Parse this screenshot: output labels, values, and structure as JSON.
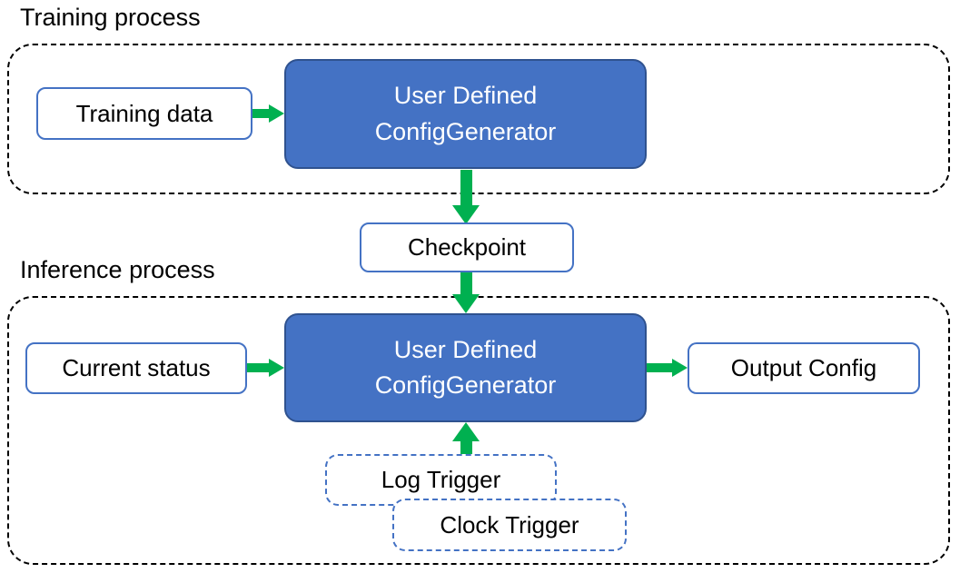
{
  "training": {
    "label": "Training process",
    "input": "Training data",
    "generator_line1": "User Defined",
    "generator_line2": "ConfigGenerator"
  },
  "checkpoint": {
    "label": "Checkpoint"
  },
  "inference": {
    "label": "Inference process",
    "input": "Current status",
    "generator_line1": "User Defined",
    "generator_line2": "ConfigGenerator",
    "output": "Output Config",
    "log_trigger": "Log Trigger",
    "clock_trigger": "Clock Trigger"
  },
  "colors": {
    "node_fill": "#4472C4",
    "node_border": "#2F528F",
    "outline_border": "#4472C4",
    "arrow": "#00B050",
    "container_border": "#000000",
    "text_dark": "#000000",
    "text_light": "#FFFFFF",
    "bg": "#FFFFFF"
  }
}
